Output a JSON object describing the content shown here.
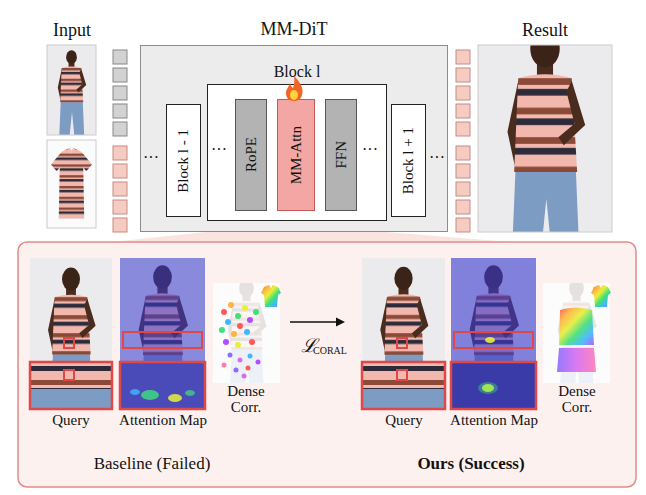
{
  "diagram": {
    "nodes": [
      {
        "text": [
          "MM-DiT"
        ]
      },
      {
        "text": [
          "Block l - 1"
        ],
        "in": 0
      },
      {
        "text": [
          "Block l"
        ],
        "in": 0
      },
      {
        "text": [
          "RoPE"
        ],
        "in": 2
      },
      {
        "text": [
          "MM-Attn"
        ],
        "in": 2
      },
      {
        "text": [
          "FFN"
        ],
        "in": 2
      },
      {
        "text": [
          "Block l + 1"
        ],
        "in": 0
      }
    ],
    "labels": [
      "Input",
      "Result",
      "···",
      "···",
      "···",
      "···",
      "Query",
      "Attention Map",
      "Dense Corr.",
      "Baseline (Failed)",
      "ℒ",
      "CORAL",
      "Query",
      "Attention Map",
      "Dense Corr.",
      "Ours (Success)"
    ]
  }
}
